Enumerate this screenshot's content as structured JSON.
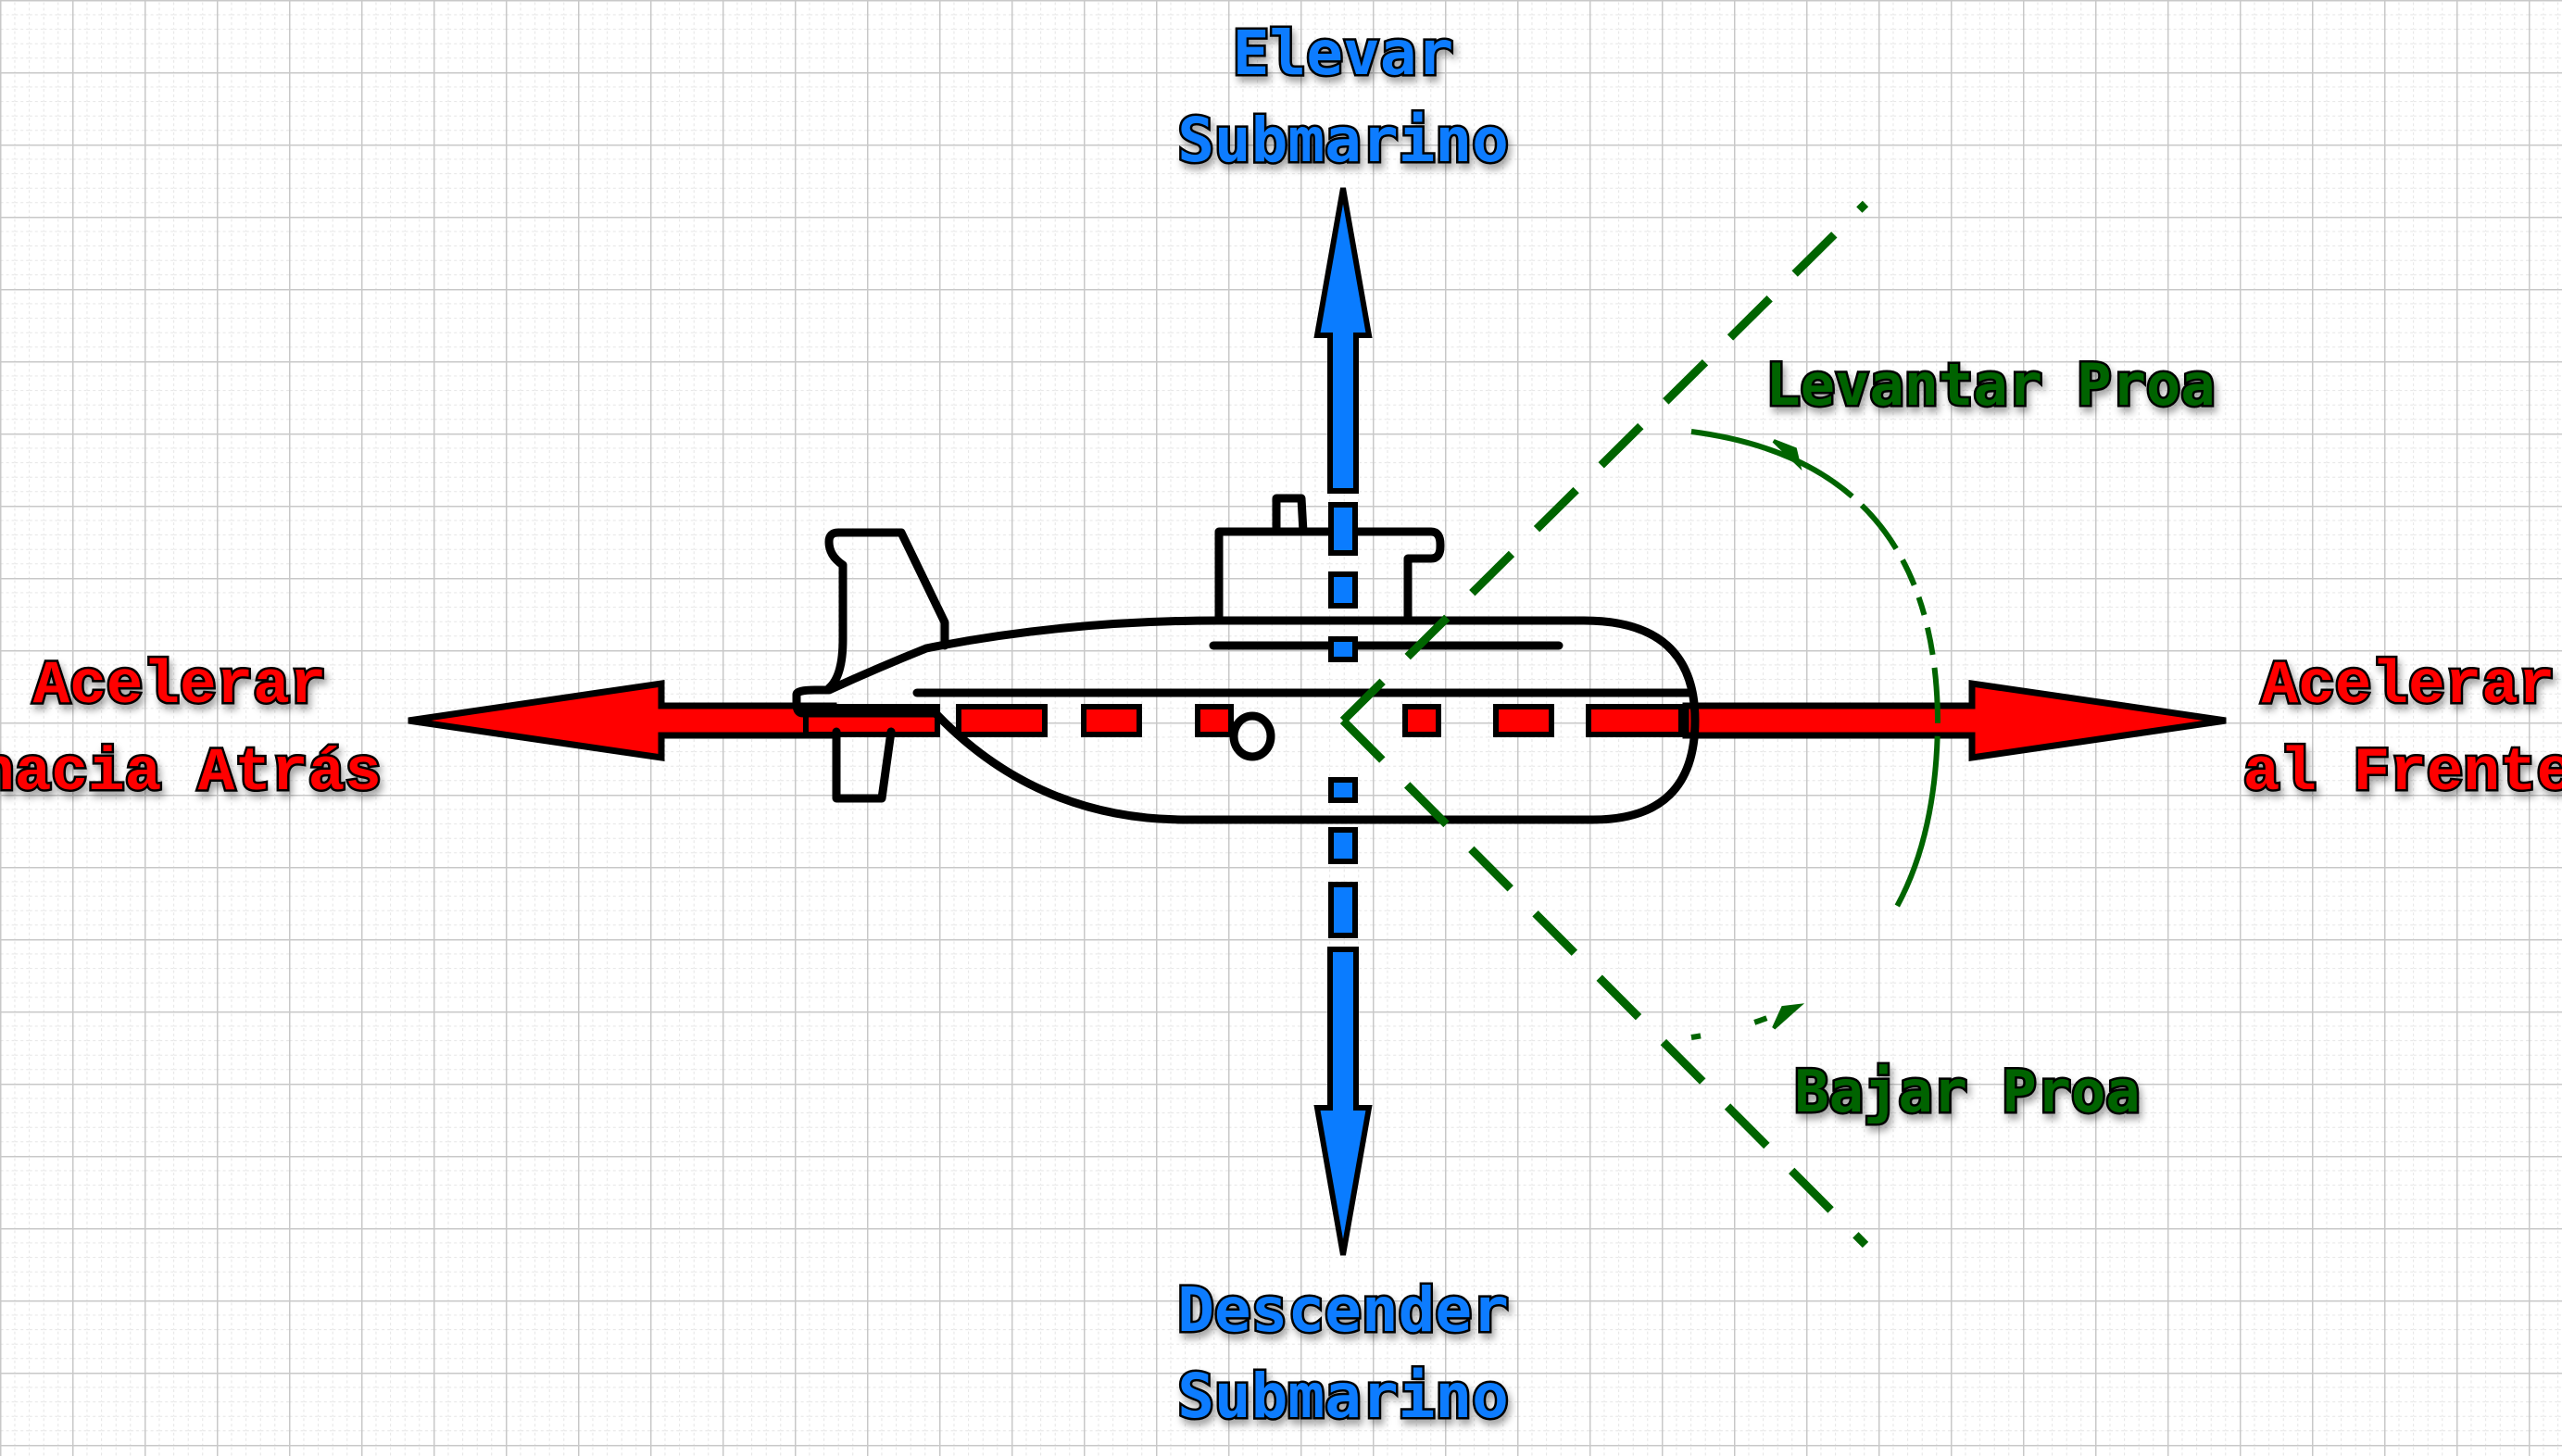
{
  "diagram": {
    "title": "Controles de movimiento del submarino",
    "labels": {
      "rise": [
        "Elevar",
        "Submarino"
      ],
      "descend": [
        "Descender",
        "Submarino"
      ],
      "reverse": [
        "Acelerar",
        "hacia Atrás"
      ],
      "forward": [
        "Acelerar",
        "al Frente"
      ],
      "pitch_up": "Levantar Proa",
      "pitch_down": "Bajar Proa"
    },
    "colors": {
      "horizontal_axis": "#ff0000",
      "vertical_axis": "#0a7cff",
      "pitch": "#006400",
      "outline": "#000000",
      "grid": "#c8c8c8",
      "background": "#ffffff"
    },
    "icons": {
      "vehicle": "submarine-icon",
      "horizontal_axis": "double-arrow-horizontal",
      "vertical_axis": "double-arrow-vertical",
      "pitch": "curved-double-arrow"
    }
  }
}
